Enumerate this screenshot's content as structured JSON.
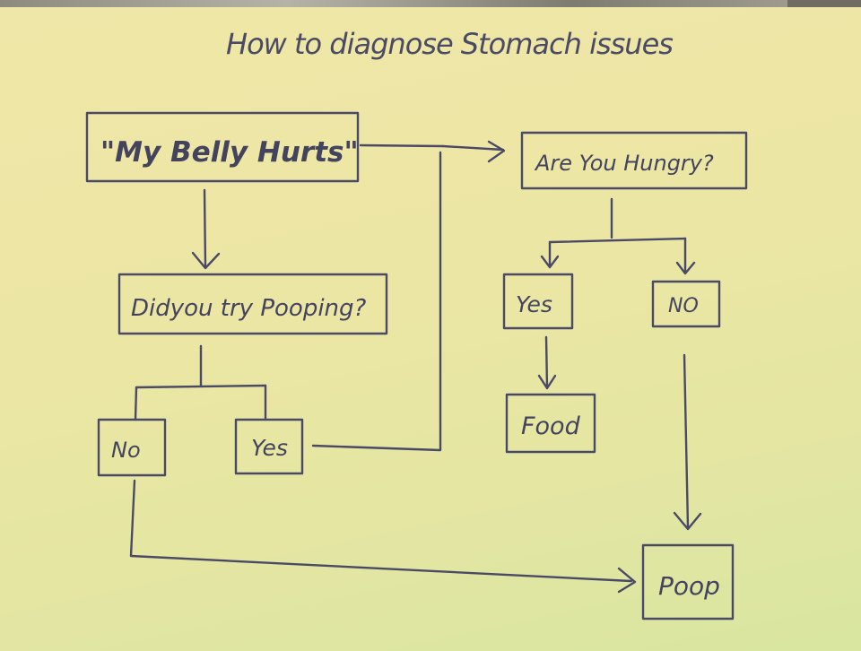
{
  "title": "How to diagnose Stomach issues",
  "nodes": {
    "belly_hurts": "\"My Belly Hurts\"",
    "tried_pooping": "Didyou try Pooping?",
    "pooping_no": "No",
    "pooping_yes": "Yes",
    "hungry": "Are You Hungry?",
    "hungry_yes": "Yes",
    "hungry_no": "NO",
    "food": "Food",
    "poop": "Poop"
  }
}
